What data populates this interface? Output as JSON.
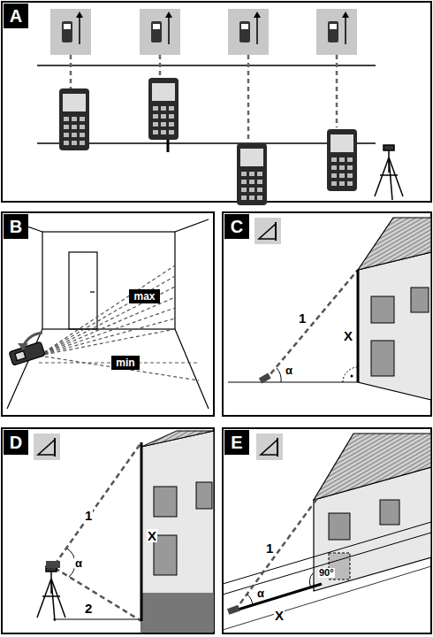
{
  "diagram": {
    "nodes": [
      {
        "text": [
          "A"
        ]
      },
      {
        "text": [
          "B"
        ]
      },
      {
        "text": [
          "C"
        ]
      },
      {
        "text": [
          "D"
        ]
      },
      {
        "text": [
          "E"
        ]
      },
      {
        "text": [
          "max"
        ]
      },
      {
        "text": [
          "min"
        ]
      }
    ],
    "labels": [
      "1",
      "X",
      "α",
      "1",
      "X",
      "α",
      "2",
      "1",
      "X",
      "α",
      "90°"
    ]
  }
}
